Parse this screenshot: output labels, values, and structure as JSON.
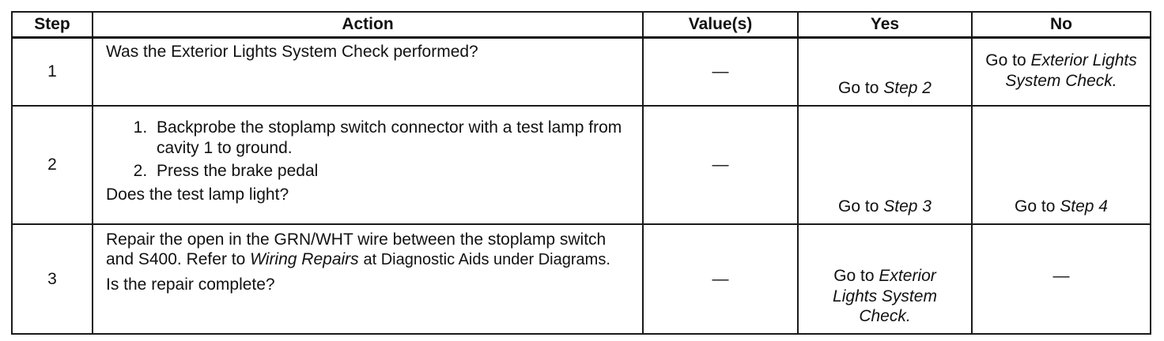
{
  "headers": {
    "step": "Step",
    "action": "Action",
    "values": "Value(s)",
    "yes": "Yes",
    "no": "No"
  },
  "rows": [
    {
      "step": "1",
      "action_text": "Was the Exterior Lights System Check performed?",
      "value": "—",
      "yes_prefix": "Go to",
      "yes_link": "Step 2",
      "no_prefix": "Go to",
      "no_link": "Exterior Lights System Check."
    },
    {
      "step": "2",
      "action_items": [
        "Backprobe the stoplamp switch connector with a test lamp from cavity 1 to ground.",
        "Press the brake pedal"
      ],
      "action_question": "Does the test lamp light?",
      "value": "—",
      "yes_prefix": "Go to",
      "yes_link": "Step 3",
      "no_prefix": "Go to",
      "no_link": "Step 4"
    },
    {
      "step": "3",
      "action_text_a": "Repair the open in the GRN/WHT wire between the stoplamp switch and S400. Refer to",
      "action_link": "Wiring Repairs",
      "action_text_b": "at Diagnostic Aids under Diagrams.",
      "action_question": "Is the repair complete?",
      "value": "—",
      "yes_prefix": "Go to",
      "yes_link": "Exterior Lights System Check.",
      "no": "—"
    }
  ]
}
